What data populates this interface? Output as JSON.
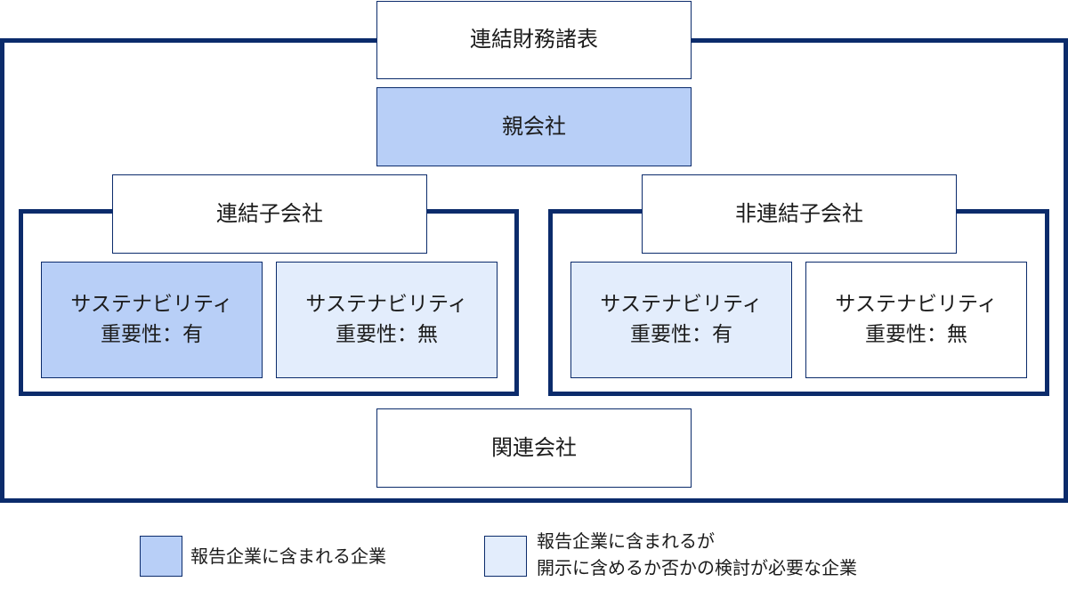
{
  "colors": {
    "frame": "#0b2b6b",
    "reported_fill": "#b8cff7",
    "review_fill": "#e3edfc",
    "plain_fill": "#ffffff"
  },
  "nodes": {
    "consolidated_fs": "連結財務諸表",
    "parent_company": "親会社",
    "consolidated_subsidiaries": "連結子会社",
    "nonconsolidated_subsidiaries": "非連結子会社",
    "affiliates": "関連会社",
    "cs_material_yes": {
      "line1": "サステナビリティ",
      "line2": "重要性：有"
    },
    "cs_material_no": {
      "line1": "サステナビリティ",
      "line2": "重要性：無"
    },
    "ncs_material_yes": {
      "line1": "サステナビリティ",
      "line2": "重要性：有"
    },
    "ncs_material_no": {
      "line1": "サステナビリティ",
      "line2": "重要性：無"
    }
  },
  "legend": {
    "reported": "報告企業に含まれる企業",
    "review_line1": "報告企業に含まれるが",
    "review_line2": "開示に含めるか否かの検討が必要な企業"
  }
}
